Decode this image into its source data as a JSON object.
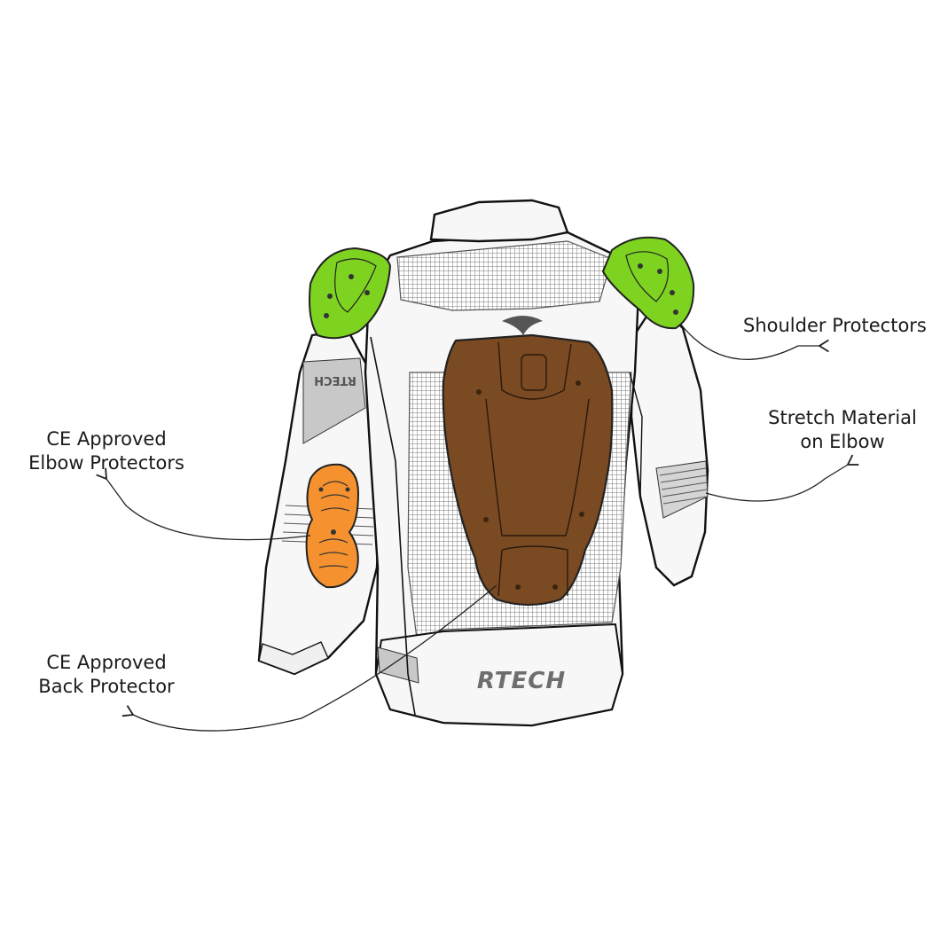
{
  "callouts": {
    "shoulder": {
      "lines": [
        "Shoulder Protectors"
      ]
    },
    "stretch": {
      "lines": [
        "Stretch Material",
        "on Elbow"
      ]
    },
    "elbow": {
      "lines": [
        "CE Approved",
        "Elbow Protectors"
      ]
    },
    "back": {
      "lines": [
        "CE Approved",
        "Back Protector"
      ]
    }
  },
  "jacket": {
    "brand_logo": "RTECH",
    "sleeve_logo": "RTECH"
  },
  "colors": {
    "shoulder_protector": "#7ed321",
    "elbow_protector": "#f5922f",
    "back_protector": "#7a4a22",
    "mesh": "#8c8c8c",
    "panel_grey": "#c8c8c8",
    "outline": "#111111",
    "jacket_body": "#f7f7f7"
  }
}
